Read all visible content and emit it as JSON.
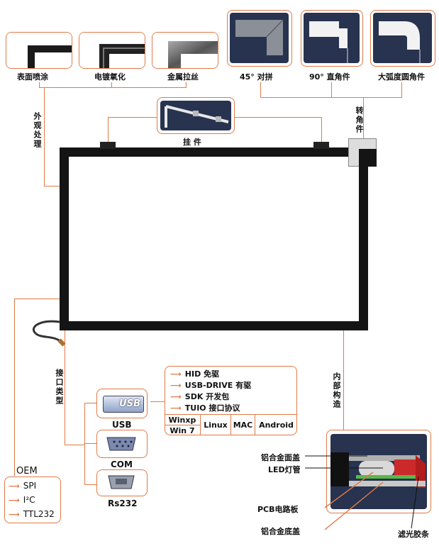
{
  "finishes": {
    "items": [
      {
        "label": "表面喷涂"
      },
      {
        "label": "电镀氧化"
      },
      {
        "label": "金属拉丝"
      }
    ],
    "group_label": "外观处理"
  },
  "corners": {
    "items": [
      {
        "label": "45° 对拼"
      },
      {
        "label": "90° 直角件"
      },
      {
        "label": "大弧度圆角件"
      }
    ],
    "group_label": "转角件"
  },
  "hanger": {
    "label": "挂  件"
  },
  "interfaces": {
    "group_label": "接口类型",
    "ports": [
      {
        "label": "USB",
        "badge": "USB"
      },
      {
        "label": "COM"
      },
      {
        "label": "Rs232"
      }
    ],
    "features": [
      "HID 免驱",
      "USB-DRIVE 有驱",
      "SDK 开发包",
      "TUIO 接口协议"
    ],
    "os": {
      "win_top": "Winxp",
      "win_bottom": "Win 7",
      "others": [
        "Linux",
        "MAC",
        "Android"
      ]
    }
  },
  "oem": {
    "title": "OEM",
    "items": [
      "SPI",
      "I²C",
      "TTL232"
    ]
  },
  "internal": {
    "group_label": "内部构造",
    "parts": [
      "铝合金面盖",
      "LED灯管",
      "PCB电路板",
      "铝合金底盖",
      "滤光胶条"
    ]
  },
  "colors": {
    "accent": "#e07a45",
    "navy": "#27334f",
    "frame": "#141414"
  }
}
